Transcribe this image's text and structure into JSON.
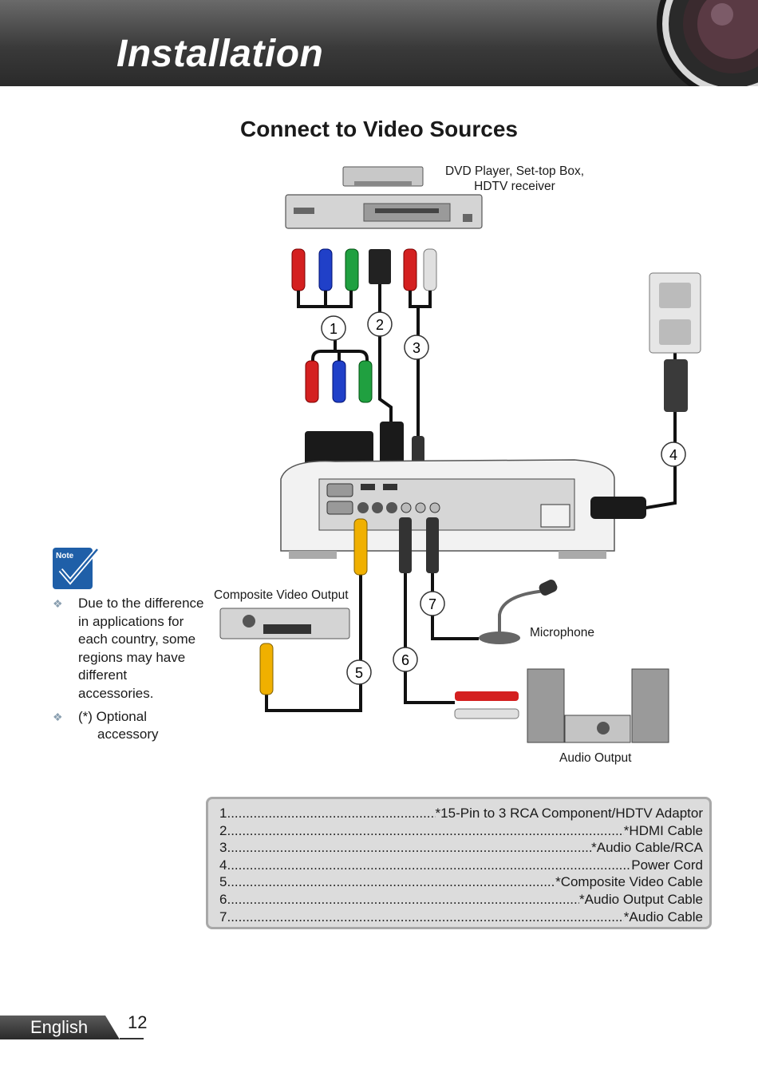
{
  "header": {
    "title": "Installation"
  },
  "section": {
    "title": "Connect to Video Sources"
  },
  "diagram_labels": {
    "source_device": "DVD Player, Set-top Box,\nHDTV receiver",
    "composite_output": "Composite Video Output",
    "microphone": "Microphone",
    "audio_output": "Audio Output",
    "callouts": [
      "1",
      "2",
      "3",
      "4",
      "5",
      "6",
      "7"
    ]
  },
  "note": {
    "icon_label": "Note",
    "items": [
      "Due to the difference in applications for each country, some regions may have different accessories.",
      "(*) Optional accessory"
    ]
  },
  "legend": {
    "items": [
      {
        "num": "1",
        "text": "*15-Pin to 3 RCA Component/HDTV Adaptor"
      },
      {
        "num": "2",
        "text": "*HDMI Cable"
      },
      {
        "num": "3",
        "text": "*Audio Cable/RCA"
      },
      {
        "num": "4",
        "text": "Power Cord"
      },
      {
        "num": "5",
        "text": "*Composite Video Cable"
      },
      {
        "num": "6",
        "text": "*Audio Output Cable"
      },
      {
        "num": "7",
        "text": "*Audio Cable"
      }
    ]
  },
  "footer": {
    "language": "English",
    "page": "12"
  }
}
